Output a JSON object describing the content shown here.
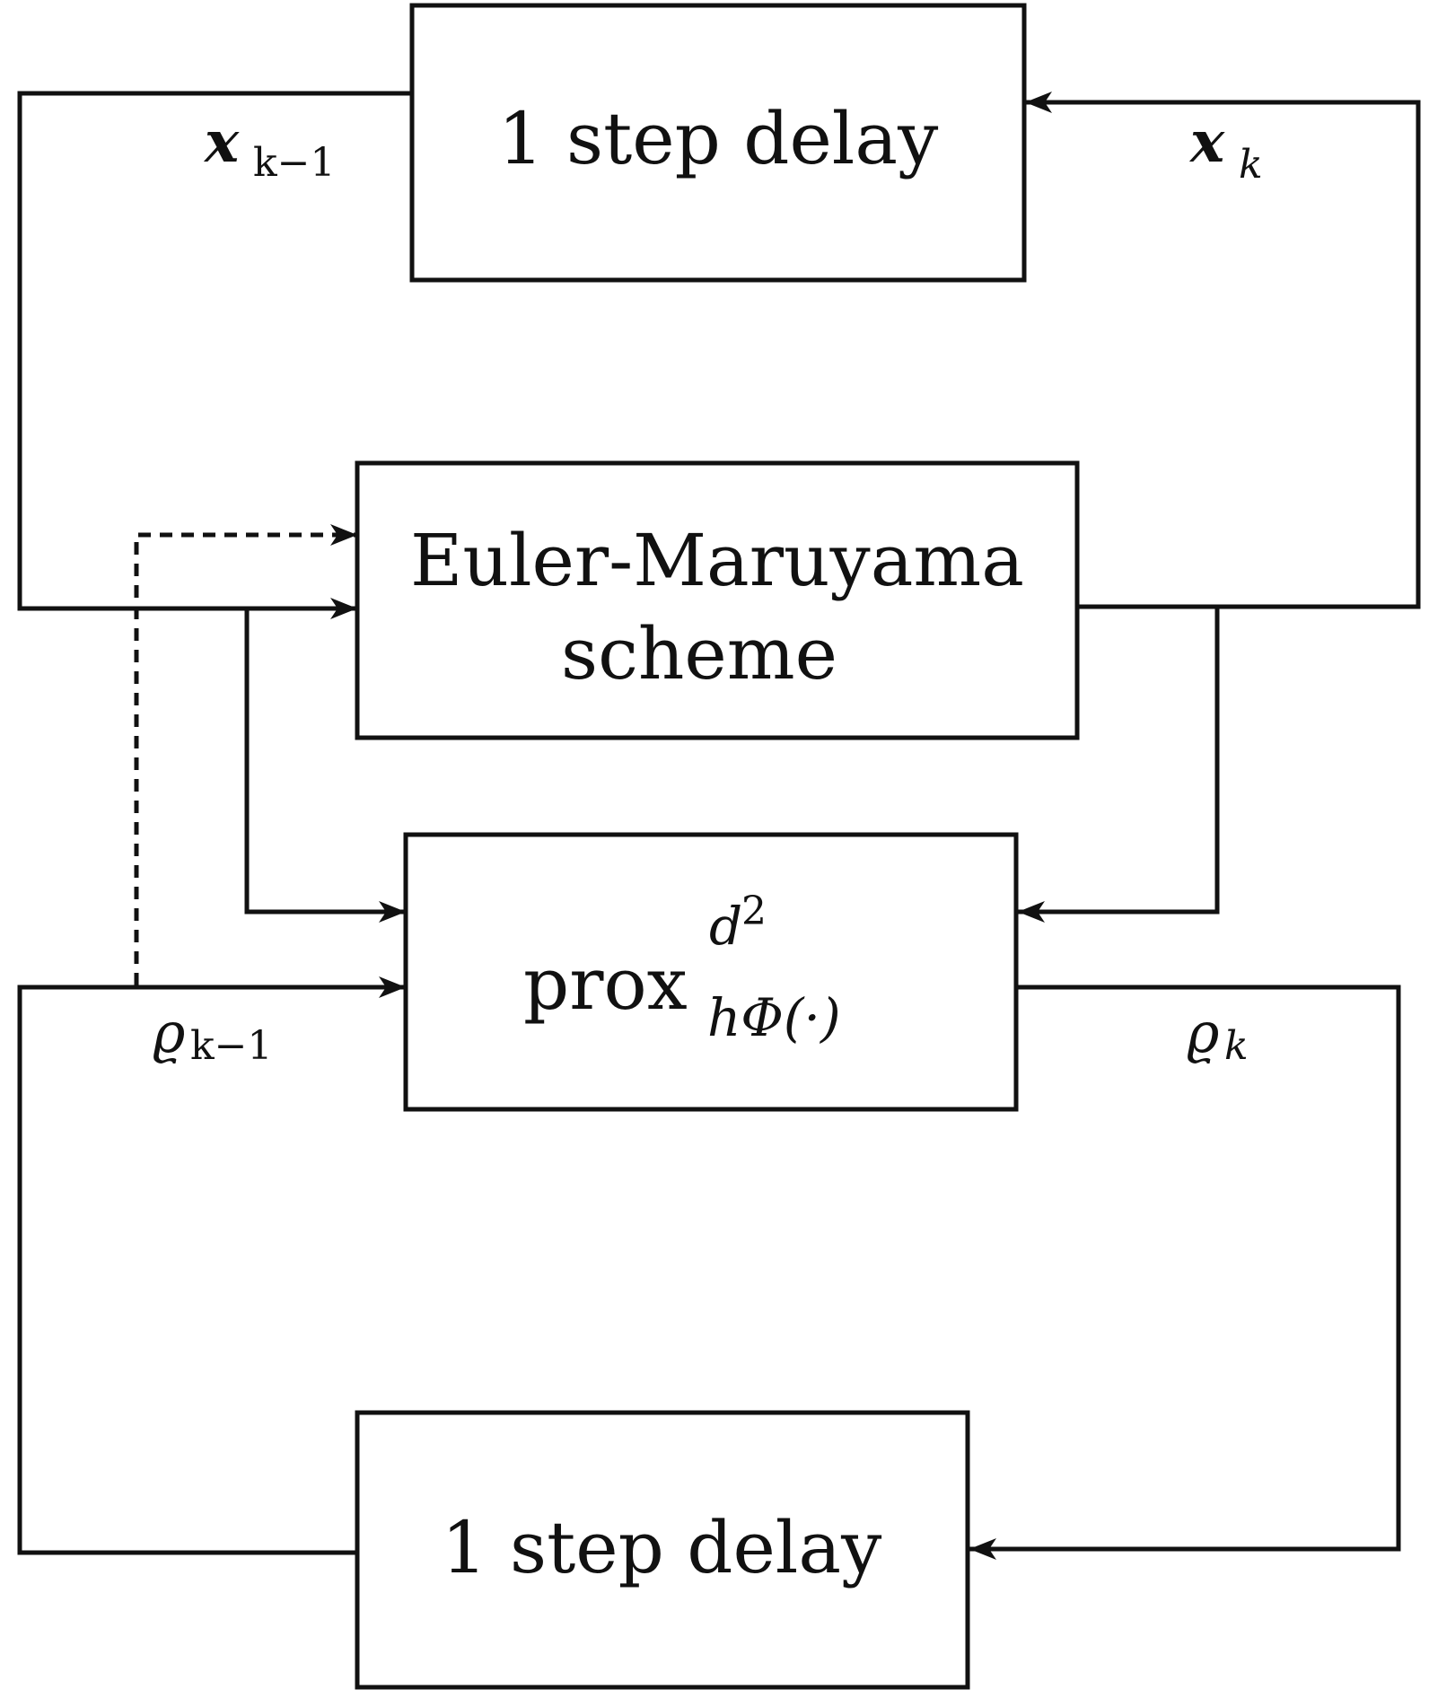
{
  "blocks": {
    "delay_top": {
      "label": "1 step delay"
    },
    "euler_maruyama": {
      "line1": "Euler-Maruyama",
      "line2": "scheme"
    },
    "prox": {
      "base": "prox",
      "superscript": "d",
      "superscript_power": "2",
      "subscript": "hΦ(·)"
    },
    "delay_bottom": {
      "label": "1 step delay"
    }
  },
  "signals": {
    "x_prev": {
      "symbol": "x",
      "index": "k−1"
    },
    "x_curr": {
      "symbol": "x",
      "index": "k"
    },
    "rho_prev": {
      "symbol": "ϱ",
      "index": "k−1"
    },
    "rho_curr": {
      "symbol": "ϱ",
      "index": "k"
    }
  }
}
